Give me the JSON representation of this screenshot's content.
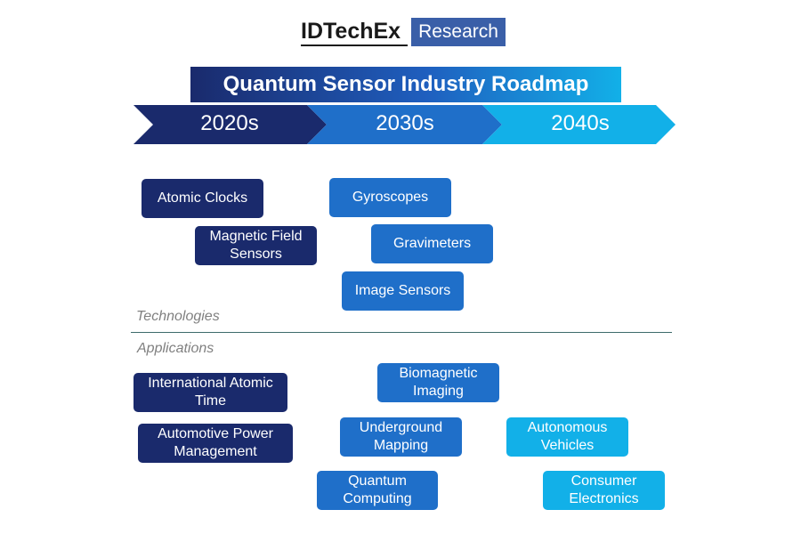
{
  "logo": {
    "brand": "IDTechEx",
    "tag": "Research"
  },
  "title": "Quantum Sensor Industry Roadmap",
  "decades": [
    "2020s",
    "2030s",
    "2040s"
  ],
  "colors": {
    "navy": "#1a2a6c",
    "mid": "#1f6fc9",
    "light": "#12b0e8"
  },
  "technologies": {
    "label": "Technologies",
    "items": [
      {
        "text": "Atomic Clocks",
        "era": "2020s"
      },
      {
        "text": "Magnetic Field Sensors",
        "era": "2020s"
      },
      {
        "text": "Gyroscopes",
        "era": "2030s"
      },
      {
        "text": "Gravimeters",
        "era": "2030s"
      },
      {
        "text": "Image Sensors",
        "era": "2030s"
      }
    ]
  },
  "applications": {
    "label": "Applications",
    "items": [
      {
        "text": "International Atomic Time",
        "era": "2020s"
      },
      {
        "text": "Automotive Power Management",
        "era": "2020s"
      },
      {
        "text": "Biomagnetic Imaging",
        "era": "2030s"
      },
      {
        "text": "Underground Mapping",
        "era": "2030s"
      },
      {
        "text": "Quantum Computing",
        "era": "2030s"
      },
      {
        "text": "Autonomous Vehicles",
        "era": "2040s"
      },
      {
        "text": "Consumer Electronics",
        "era": "2040s"
      }
    ]
  }
}
